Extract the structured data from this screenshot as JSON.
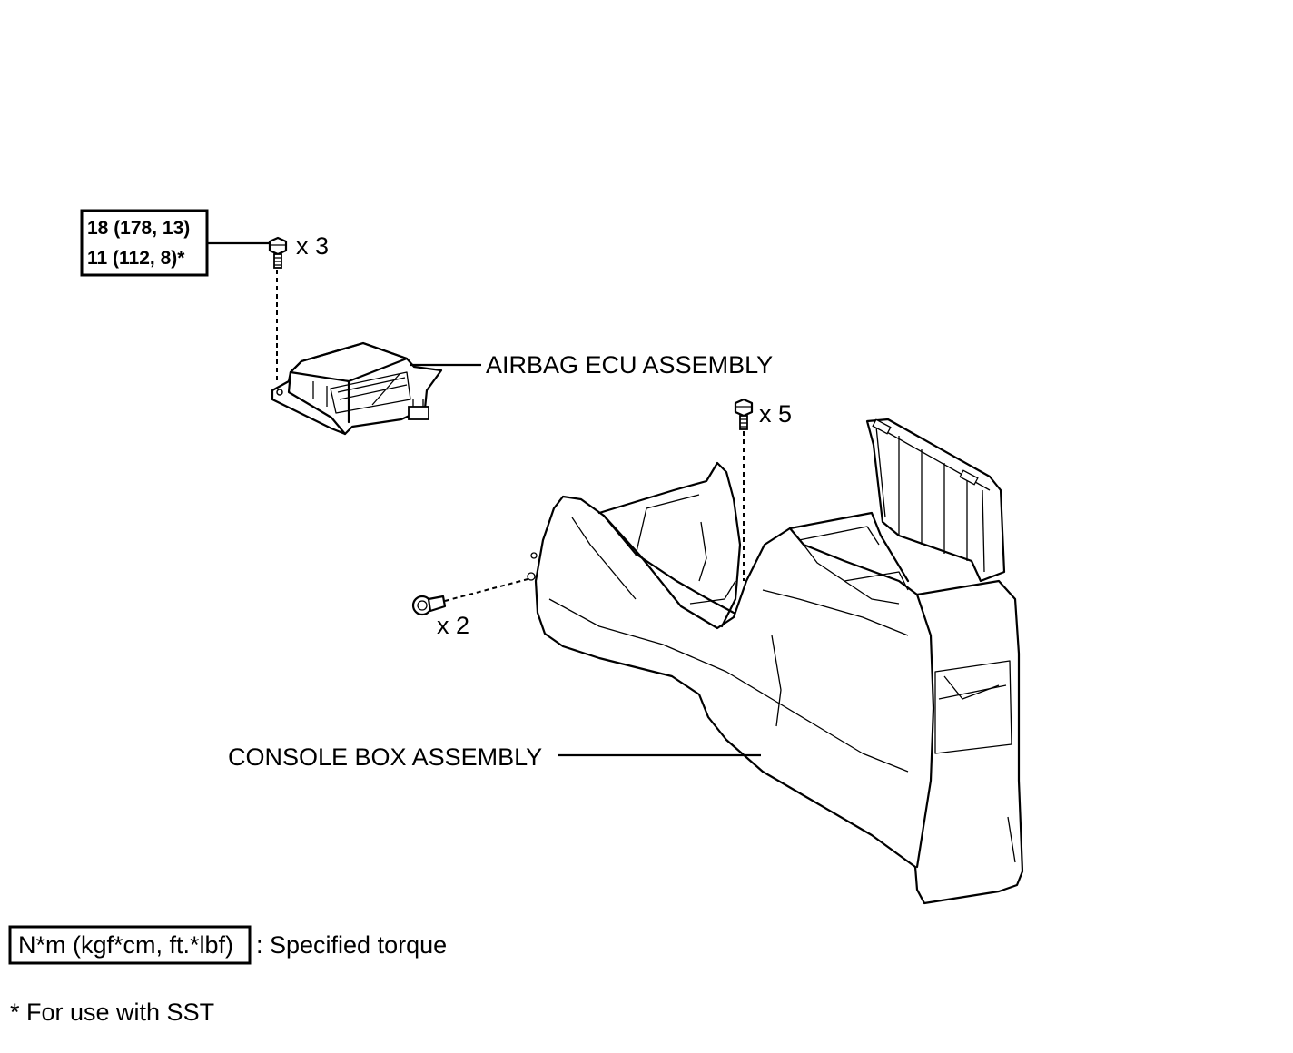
{
  "torque_box": {
    "line1": "18 (178, 13)",
    "line2": "11 (112, 8)*"
  },
  "parts": {
    "airbag_ecu": "AIRBAG ECU ASSEMBLY",
    "console_box": "CONSOLE BOX ASSEMBLY"
  },
  "quantities": {
    "ecu_bolts": "x 3",
    "console_bolts": "x 5",
    "side_clips": "x 2"
  },
  "legend": {
    "unit_box": "N*m (kgf*cm, ft.*lbf)",
    "unit_desc": ": Specified torque",
    "footnote": "* For use with SST"
  }
}
